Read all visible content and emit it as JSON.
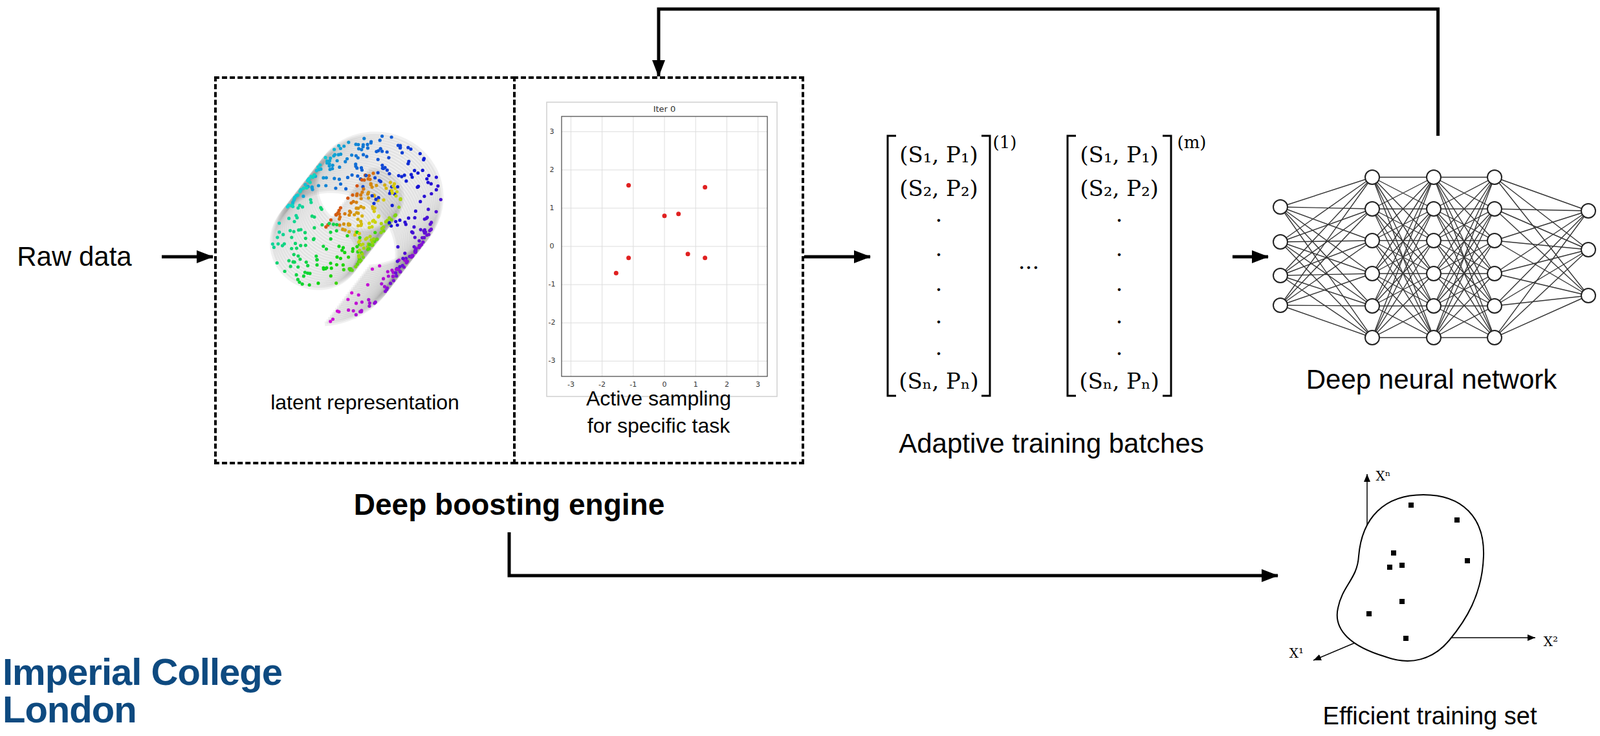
{
  "diagram": {
    "nodes": [
      {
        "text": [
          "Deep boosting engine"
        ]
      },
      {
        "text": [
          "latent representation"
        ],
        "in": 0
      },
      {
        "text": [
          "Active sampling for specific task"
        ],
        "in": 0
      },
      {
        "text": [
          "Adaptive training batches"
        ]
      },
      {
        "text": [
          "Deep neural network"
        ]
      },
      {
        "text": [
          "Efficient training set"
        ]
      }
    ],
    "edges": [
      {
        "from": 2,
        "to": 3,
        "arrow": "to"
      },
      {
        "from": 3,
        "to": 4,
        "arrow": "to"
      },
      {
        "from": 4,
        "to": 2,
        "arrow": "to"
      },
      {
        "from": 0,
        "to": 5,
        "arrow": "to"
      }
    ],
    "labels": [
      "Raw data",
      "Iter 0",
      "3",
      "2",
      "1",
      "0",
      "-1",
      "-2",
      "-3",
      "-3",
      "-2",
      "-1",
      "0",
      "1",
      "2",
      "3",
      "(S₁, P₁)",
      "(S₂, P₂)",
      ".",
      ".",
      ".",
      ".",
      ".",
      "(Sₙ, Pₙ)",
      "(1)",
      "...",
      "(S₁, P₁)",
      "(S₂, P₂)",
      ".",
      ".",
      ".",
      ".",
      ".",
      "(Sₙ, Pₙ)",
      "(m)",
      "Xⁿ",
      "X²",
      "X¹",
      "Imperial College London"
    ]
  }
}
